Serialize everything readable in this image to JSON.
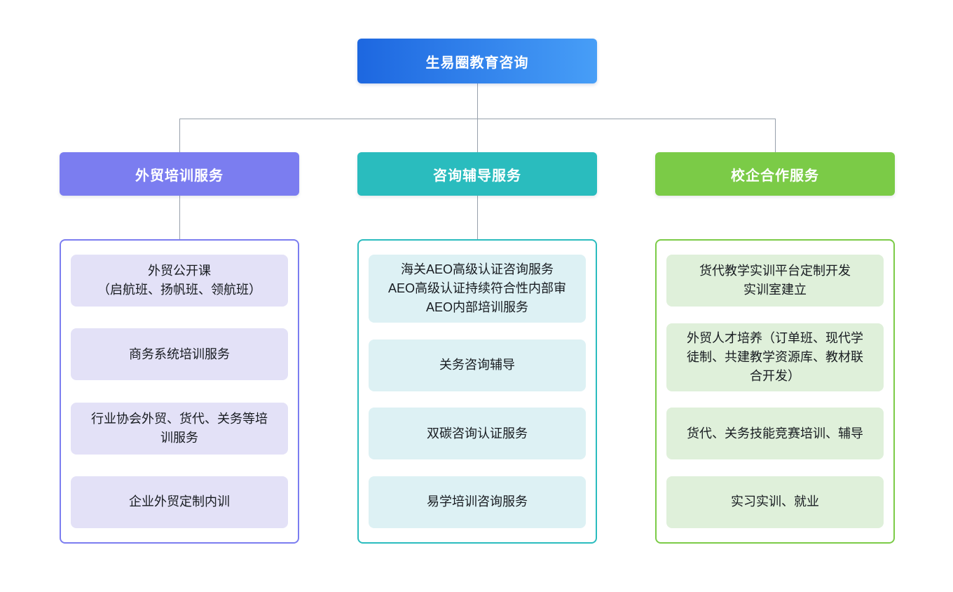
{
  "root": {
    "label": "生易圈教育咨询",
    "gradient_start": "#1d67e0",
    "gradient_end": "#479ef7"
  },
  "connector_color": "#97a0ab",
  "columns": [
    {
      "header": "外贸培训服务",
      "accent": "#7b7df0",
      "item_bg": "#e3e1f7",
      "items": [
        "外贸公开课\n（启航班、扬帆班、领航班）",
        "商务系统培训服务",
        "行业协会外贸、货代、关务等培训服务",
        "企业外贸定制内训"
      ]
    },
    {
      "header": "咨询辅导服务",
      "accent": "#2abcbe",
      "item_bg": "#ddf1f4",
      "items": [
        "海关AEO高级认证咨询服务\nAEO高级认证持续符合性内部审\nAEO内部培训服务",
        "关务咨询辅导",
        "双碳咨询认证服务",
        "易学培训咨询服务"
      ]
    },
    {
      "header": "校企合作服务",
      "accent": "#7bcb47",
      "item_bg": "#dff0da",
      "items": [
        "货代教学实训平台定制开发\n实训室建立",
        "外贸人才培养（订单班、现代学徒制、共建教学资源库、教材联合开发）",
        "货代、关务技能竞赛培训、辅导",
        "实习实训、就业"
      ]
    }
  ]
}
